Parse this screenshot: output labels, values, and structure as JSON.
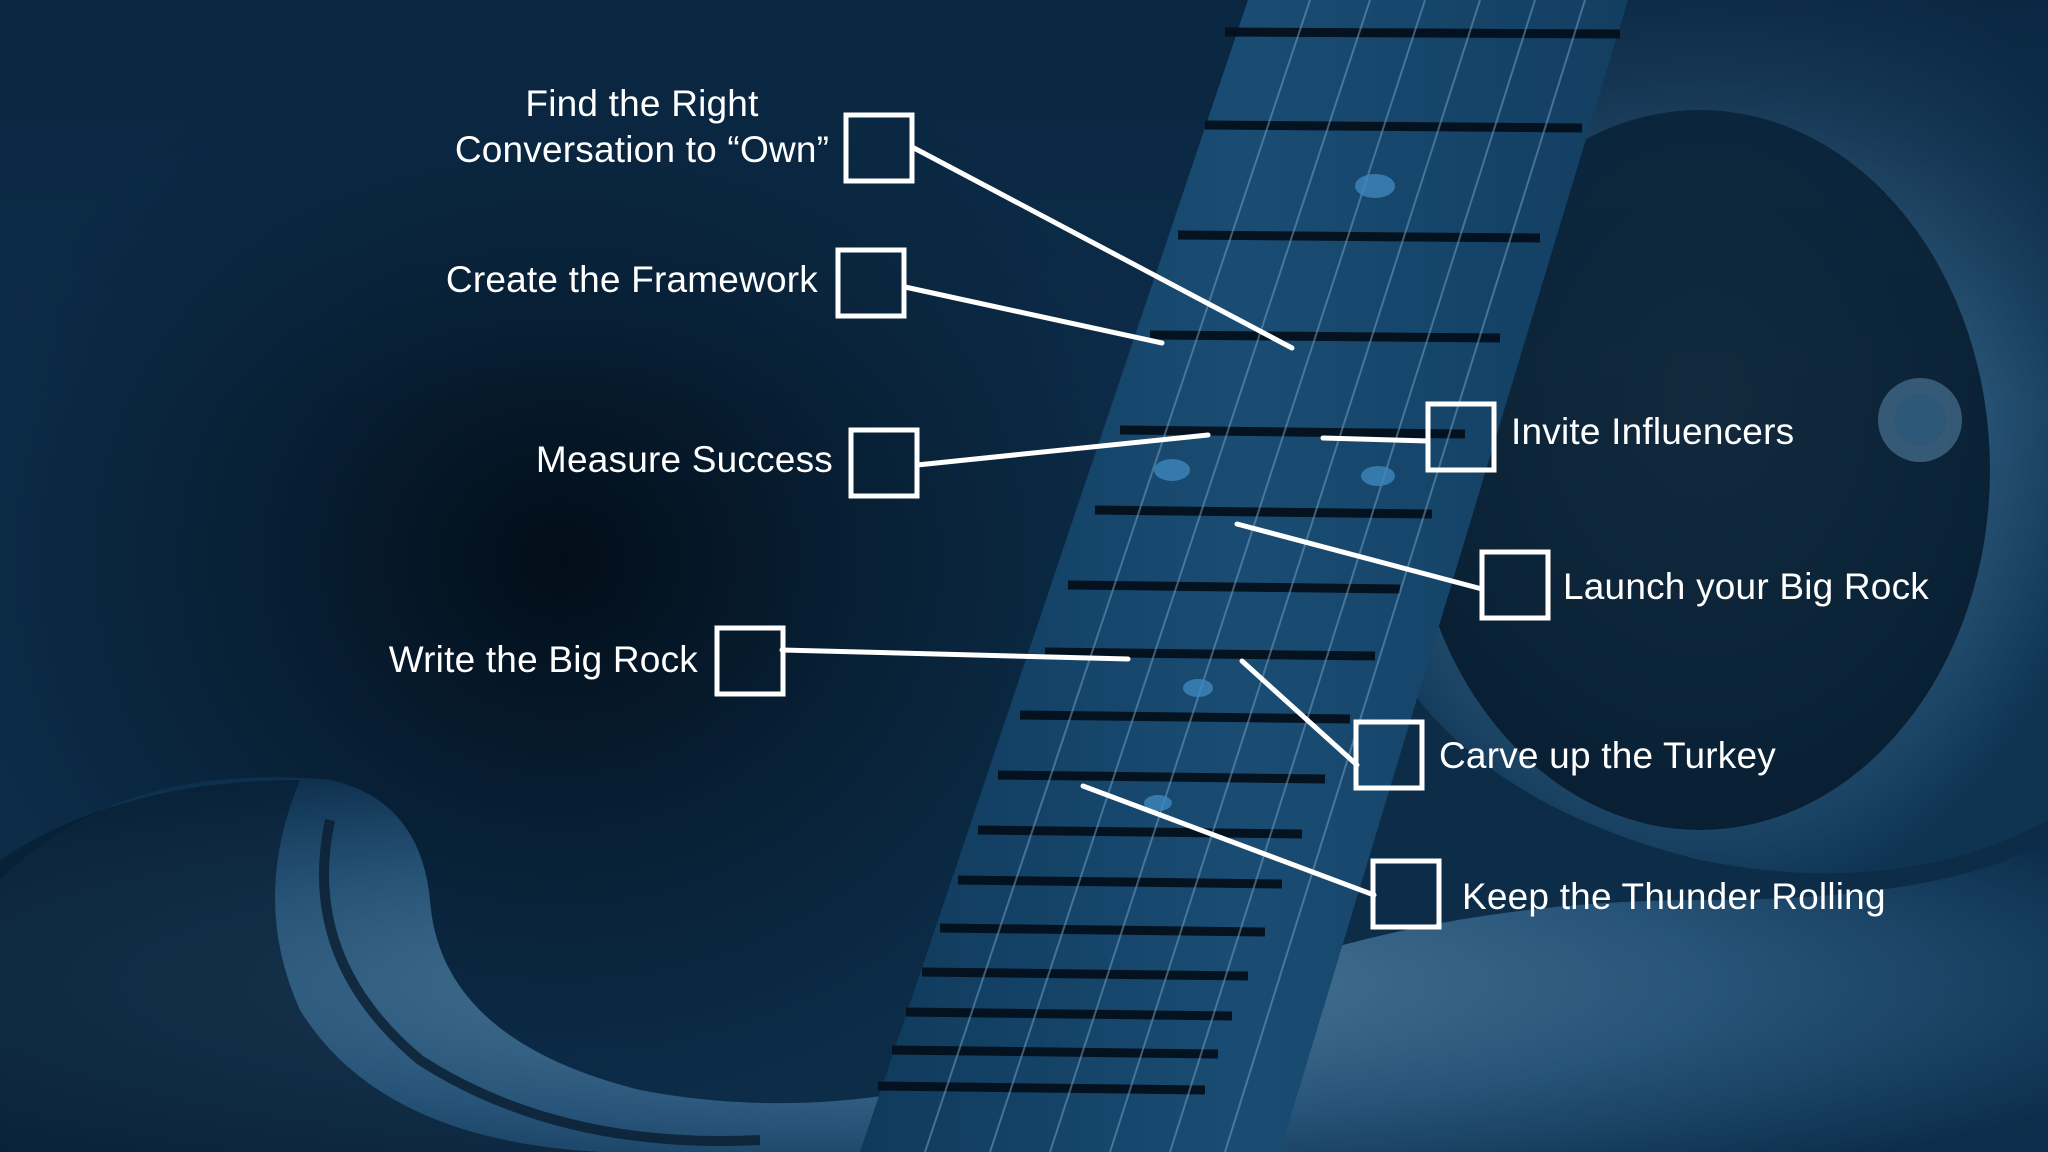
{
  "colors": {
    "background": "#0b2a45",
    "body_highlight": "#6f97b4",
    "fretboard": "#16456a",
    "fret_wire": "#05121f",
    "annotation": "#ffffff"
  },
  "steps": [
    {
      "id": "own",
      "line1": "Find the Right",
      "line2": "Conversation to “Own”"
    },
    {
      "id": "framework",
      "label": "Create the Framework"
    },
    {
      "id": "measure",
      "label": "Measure Success"
    },
    {
      "id": "write",
      "label": "Write the Big Rock"
    },
    {
      "id": "influencers",
      "label": "Invite Influencers"
    },
    {
      "id": "launch",
      "label": "Launch your Big Rock"
    },
    {
      "id": "turkey",
      "label": "Carve up the Turkey"
    },
    {
      "id": "thunder",
      "label": "Keep the Thunder Rolling"
    }
  ]
}
